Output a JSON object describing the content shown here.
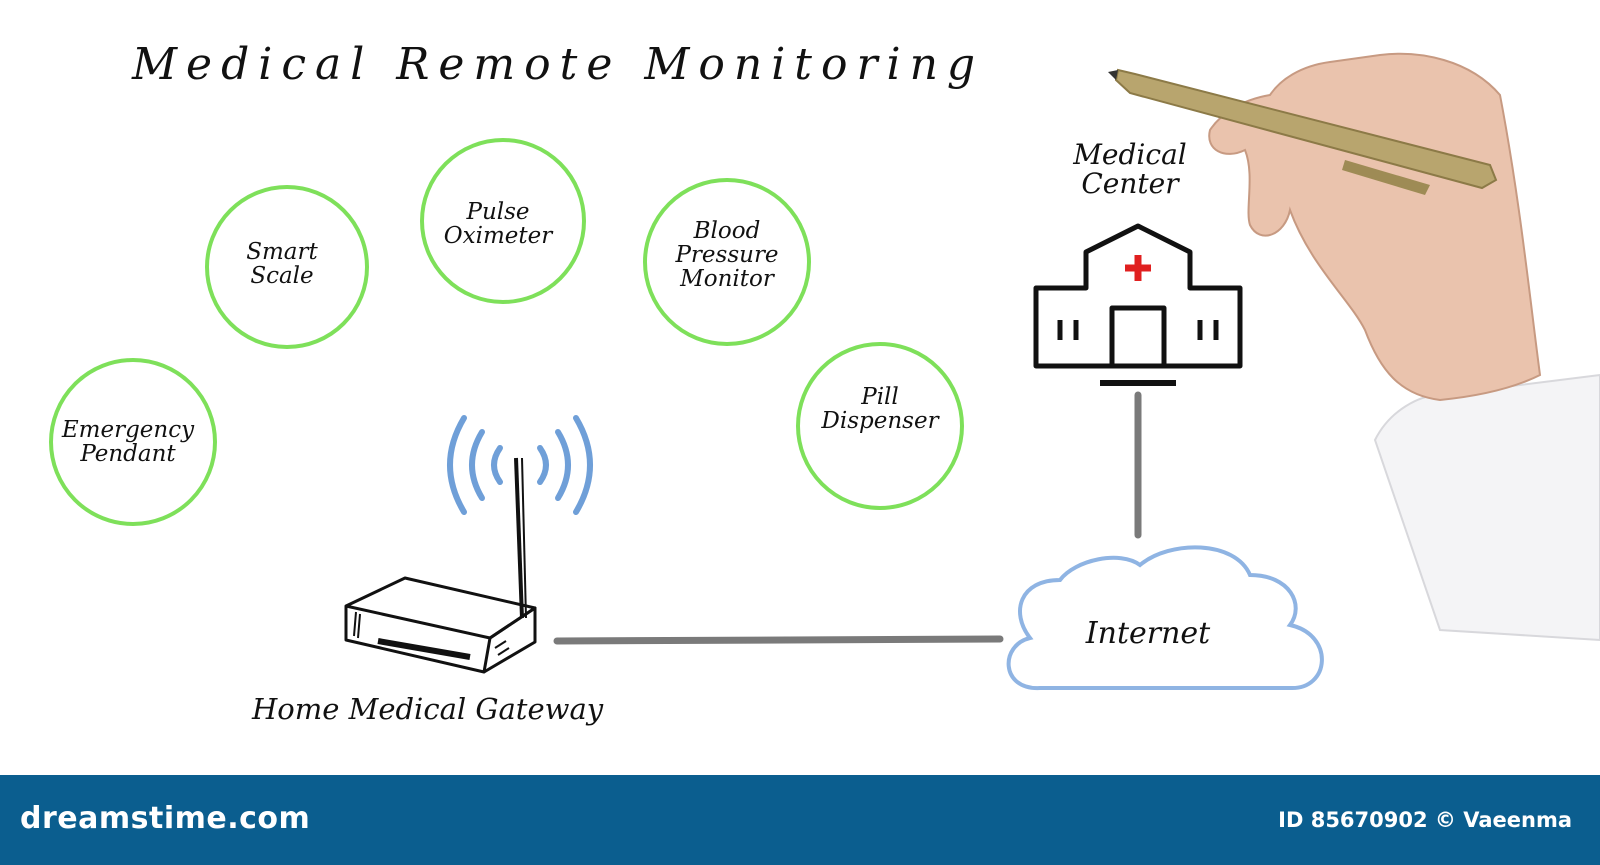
{
  "diagram": {
    "title": "Medical Remote Monitoring",
    "devices": [
      {
        "id": "smart-scale",
        "label": "Smart\nScale"
      },
      {
        "id": "pulse-oximeter",
        "label": "Pulse\nOximeter"
      },
      {
        "id": "blood-pressure-monitor",
        "label": "Blood\nPressure\nMonitor"
      },
      {
        "id": "emergency-pendant",
        "label": "Emergency\nPendant"
      },
      {
        "id": "pill-dispenser",
        "label": "Pill\nDispenser"
      }
    ],
    "medical_center": {
      "label": "Medical\nCenter",
      "icon": "hospital-icon"
    },
    "internet": {
      "label": "Internet",
      "icon": "cloud-icon"
    },
    "gateway": {
      "label": "Home Medical Gateway",
      "icon": "router-icon"
    },
    "colors": {
      "circle": "#7ee05a",
      "wifi": "#6f9fd8",
      "cloud": "#8fb4e3",
      "connector": "#7a7a7a",
      "cross": "#e02020",
      "footer": "#0b5e8f"
    }
  },
  "footer": {
    "brand": "dreamstime.com",
    "credit": "ID 85670902 © Vaeenma"
  }
}
